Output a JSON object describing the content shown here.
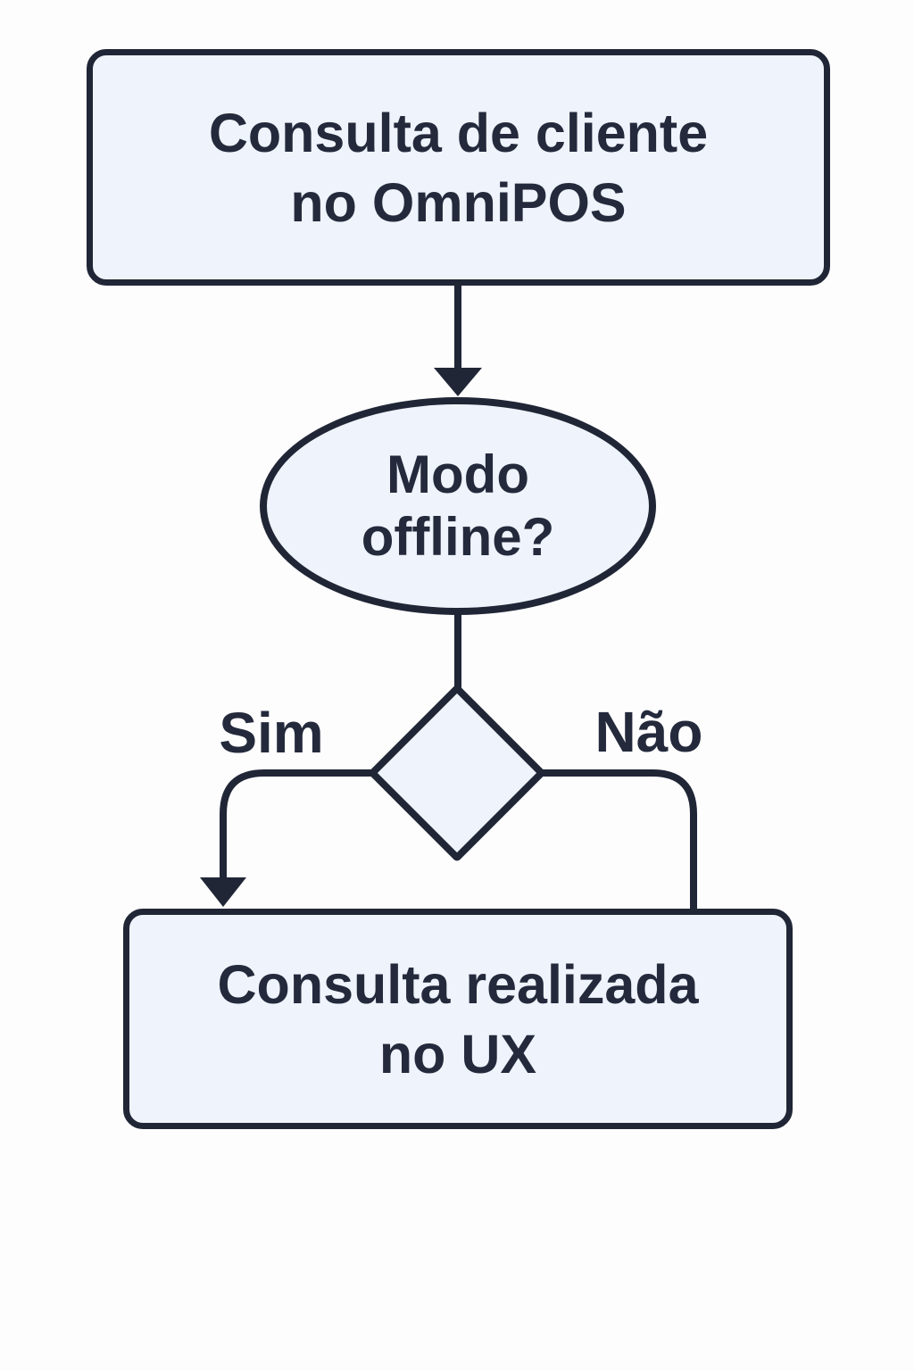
{
  "diagram": {
    "type": "flowchart",
    "nodes": {
      "start": {
        "shape": "rounded-rectangle",
        "label": "Consulta de cliente\nno OmniPOS"
      },
      "decision": {
        "shape": "ellipse",
        "label": "Modo\noffline?"
      },
      "branch": {
        "shape": "diamond",
        "label": ""
      },
      "end": {
        "shape": "rounded-rectangle",
        "label": "Consulta realizada\nno UX"
      }
    },
    "edges": {
      "yes_label": "Sim",
      "no_label": "Não"
    },
    "colors": {
      "stroke": "#202636",
      "fill": "#eff3fb",
      "text": "#242a3c",
      "background": "#fdfdfe"
    }
  }
}
